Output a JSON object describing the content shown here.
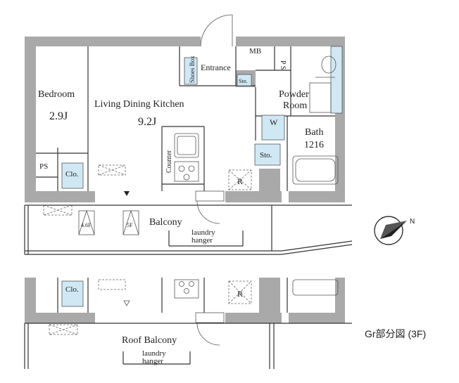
{
  "rooms": {
    "bedroom": "Bedroom",
    "bedroom_size": "2.9J",
    "ldk": "Living Dining Kitchen",
    "ldk_size": "9.2J",
    "entrance": "Entrance",
    "shoes_box": "Shoes Box",
    "mb": "MB",
    "ps_top": "P S",
    "powder_room_1": "Powder",
    "powder_room_2": "Room",
    "bath": "Bath",
    "bath_size": "1216",
    "counter": "Counter",
    "w": "W",
    "sto_small": "Sto.",
    "sto": "Sto.",
    "r": "R",
    "ps_left": "PS",
    "clo": "Clo.",
    "balcony": "Balcony",
    "laundry_1": "laundry",
    "laundry_2": "hanger",
    "hatch_46f": "4.6F",
    "hatch_5f": "5F"
  },
  "roof": {
    "clo": "Clo.",
    "r": "R",
    "roof_balcony": "Roof Balcony",
    "laundry_1": "laundry",
    "laundry_2": "hanger"
  },
  "compass": "N",
  "caption": "Gr部分図 (3F)"
}
